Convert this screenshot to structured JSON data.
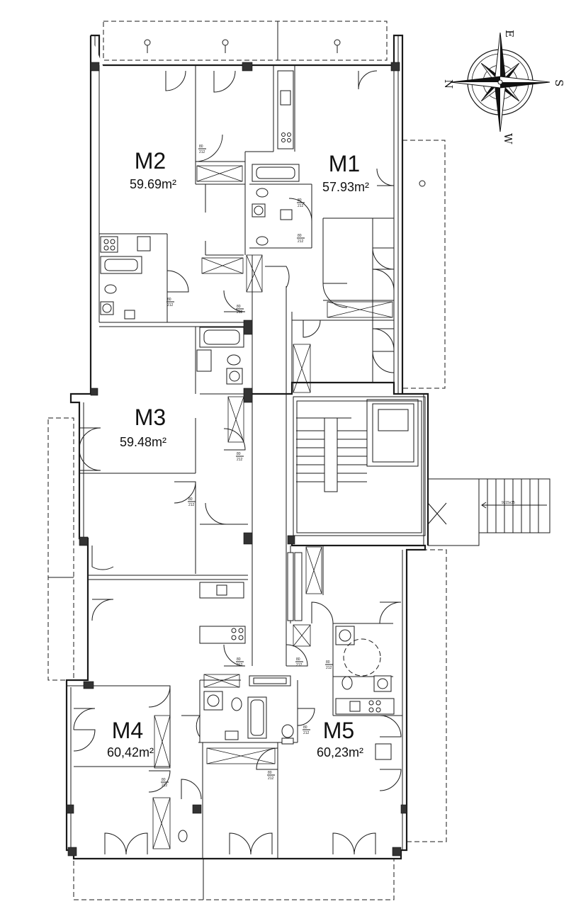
{
  "apartments": [
    {
      "id": "M1",
      "area": "57.93m²"
    },
    {
      "id": "M2",
      "area": "59.69m²"
    },
    {
      "id": "M3",
      "area": "59.48m²"
    },
    {
      "id": "M4",
      "area": "60,42m²"
    },
    {
      "id": "M5",
      "area": "60,23m²"
    }
  ],
  "compass": {
    "n": "N",
    "e": "E",
    "s": "S",
    "w": "W"
  },
  "stairs_label": "9x15x35",
  "door_tag": {
    "top": "80",
    "bottom": "212"
  }
}
